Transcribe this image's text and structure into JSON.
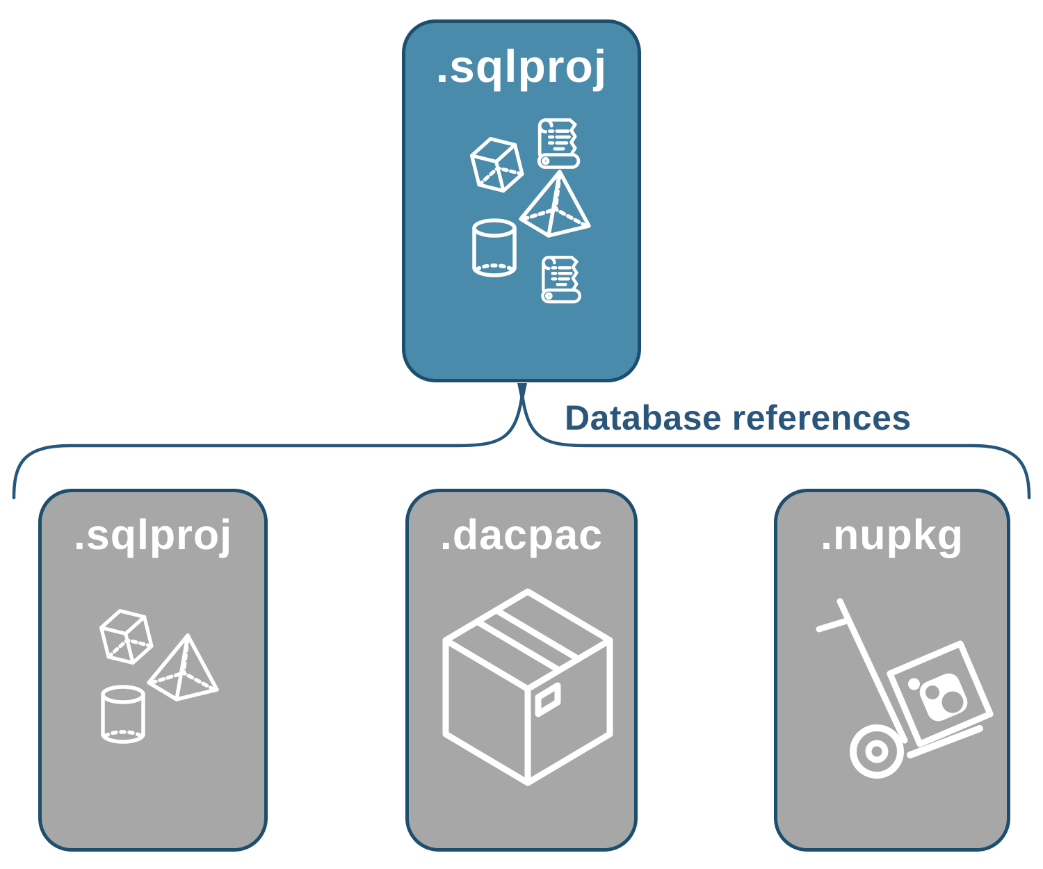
{
  "diagram": {
    "connector": {
      "label": "Database references"
    },
    "top_node": {
      "label": ".sqlproj",
      "icons": [
        "scroll-icon",
        "cube-icon",
        "pyramid-icon",
        "cylinder-icon",
        "scroll-icon"
      ]
    },
    "child_nodes": [
      {
        "label": ".sqlproj",
        "icons": [
          "cube-icon",
          "pyramid-icon",
          "cylinder-icon"
        ]
      },
      {
        "label": ".dacpac",
        "icons": [
          "package-box-icon"
        ]
      },
      {
        "label": ".nupkg",
        "icons": [
          "hand-truck-nuget-icon"
        ]
      }
    ],
    "colors": {
      "background": "#ffffff",
      "top_node_fill": "#4a8aab",
      "child_node_fill": "#a7a7a7",
      "border": "#1e4e6e",
      "connector": "#27567b",
      "label_text": "#2b567b",
      "title_text": "#ffffff",
      "icon_stroke": "#ffffff"
    }
  }
}
